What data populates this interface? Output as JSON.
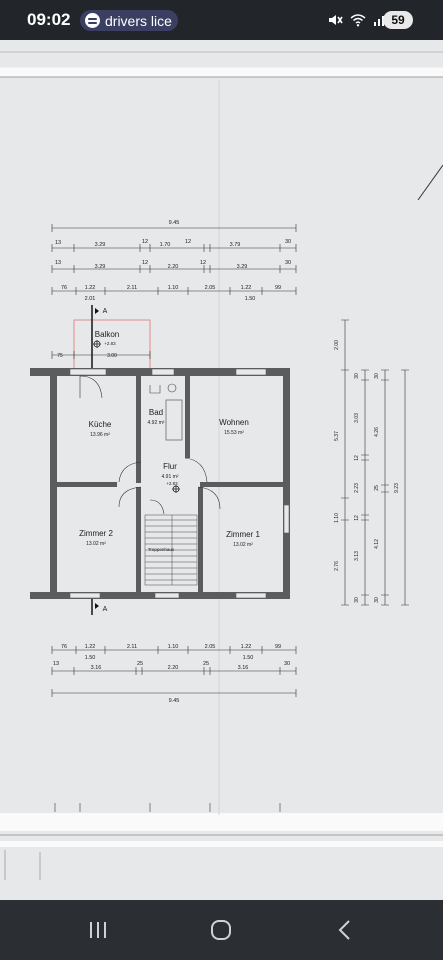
{
  "status_bar": {
    "time": "09:02",
    "media_chip_label": "drivers lice",
    "battery_level": "59"
  },
  "floorplan": {
    "overall_width_top": "9.45",
    "overall_width_bottom": "9.45",
    "dim_row1": [
      "13",
      "3.29",
      "12",
      "1.70",
      "12",
      "3.79",
      "30"
    ],
    "dim_row2": [
      "13",
      "3.29",
      "12",
      "2.20",
      "12",
      "3.29",
      "30"
    ],
    "dim_row3": [
      "76",
      "1.22",
      "2.11",
      "1.10",
      "2.05",
      "1.22",
      "99"
    ],
    "dim_row3_sub": [
      "2.01",
      "1.50"
    ],
    "dim_bottom1": [
      "76",
      "1.22",
      "2.11",
      "1.10",
      "2.05",
      "1.22",
      "99"
    ],
    "dim_bottom1_sub": [
      "1.50",
      "1.50"
    ],
    "dim_bottom2": [
      "13",
      "3.16",
      "25",
      "2.20",
      "25",
      "3.16",
      "30"
    ],
    "right_dims_outer": [
      "2.00",
      "5.37",
      "1.10",
      "2.76"
    ],
    "right_dims_mid": [
      "30",
      "3.03",
      "12",
      "2.23",
      "12",
      "3.13",
      "30"
    ],
    "right_dims_inner": [
      "30",
      "4.26",
      "25",
      "4.12",
      "30"
    ],
    "right_total": "9.23",
    "balcony_dims": [
      "75",
      "3.00"
    ],
    "section_marker": "A",
    "rooms": [
      {
        "name": "Balkon",
        "area": "+2.83"
      },
      {
        "name": "Küche",
        "area": "13.96 m²"
      },
      {
        "name": "Bad",
        "area": "4.92 m²"
      },
      {
        "name": "Wohnen",
        "area": "15.53 m²"
      },
      {
        "name": "Flur",
        "area": "4.91 m²",
        "level": "+2.83"
      },
      {
        "name": "Zimmer 2",
        "area": "13.02 m²"
      },
      {
        "name": "Zimmer 1",
        "area": "13.02 m²"
      },
      {
        "name": "Treppenhaus",
        "area": ""
      }
    ]
  },
  "colors": {
    "paper": "#e6e8e9",
    "wall": "#5a5c5e",
    "balcony_outline": "#e08a8a",
    "status_bg": "#22262b",
    "chip_bg": "#3b3f62"
  }
}
